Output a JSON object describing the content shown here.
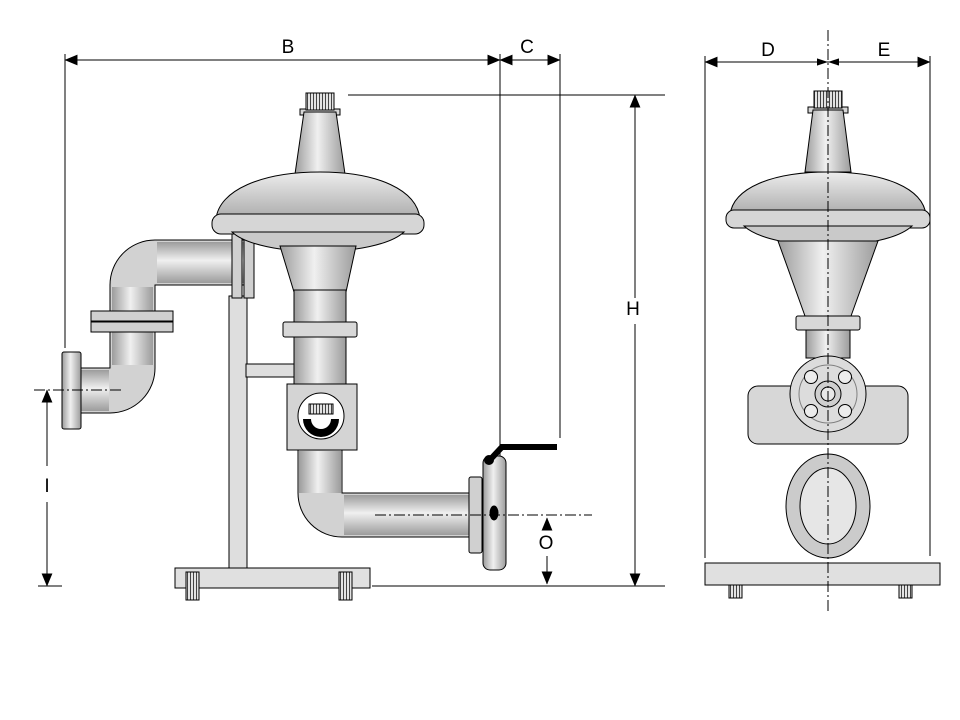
{
  "dimension_labels": {
    "B": "B",
    "C": "C",
    "H": "H",
    "I": "I",
    "O": "O",
    "D": "D",
    "E": "E"
  }
}
